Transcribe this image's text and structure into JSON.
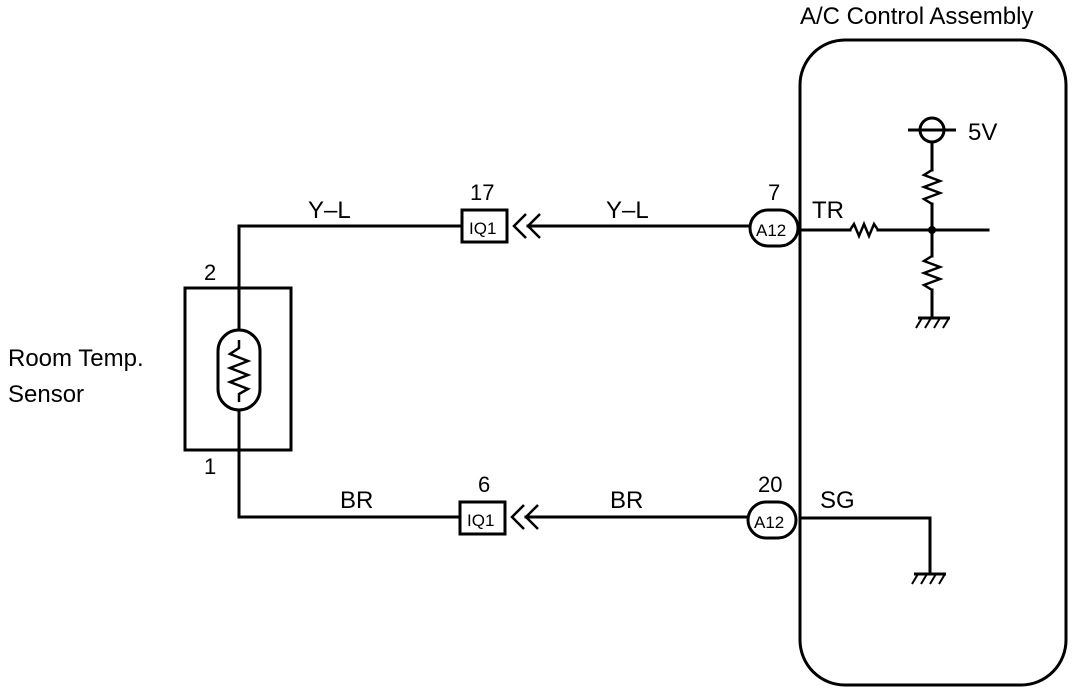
{
  "assembly": {
    "title": "A/C Control Assembly"
  },
  "sensor": {
    "name_line1": "Room Temp.",
    "name_line2": "Sensor",
    "pin_top": "2",
    "pin_bottom": "1"
  },
  "wires": {
    "top_left": "Y–L",
    "top_right": "Y–L",
    "bottom_left": "BR",
    "bottom_right": "BR"
  },
  "connectors": {
    "iq1_top": {
      "pin": "17",
      "label": "IQ1"
    },
    "iq1_bottom": {
      "pin": "6",
      "label": "IQ1"
    },
    "a12_top": {
      "pin": "7",
      "label": "A12"
    },
    "a12_bottom": {
      "pin": "20",
      "label": "A12"
    }
  },
  "terminals": {
    "tr": "TR",
    "sg": "SG"
  },
  "supply": {
    "voltage": "5V"
  }
}
